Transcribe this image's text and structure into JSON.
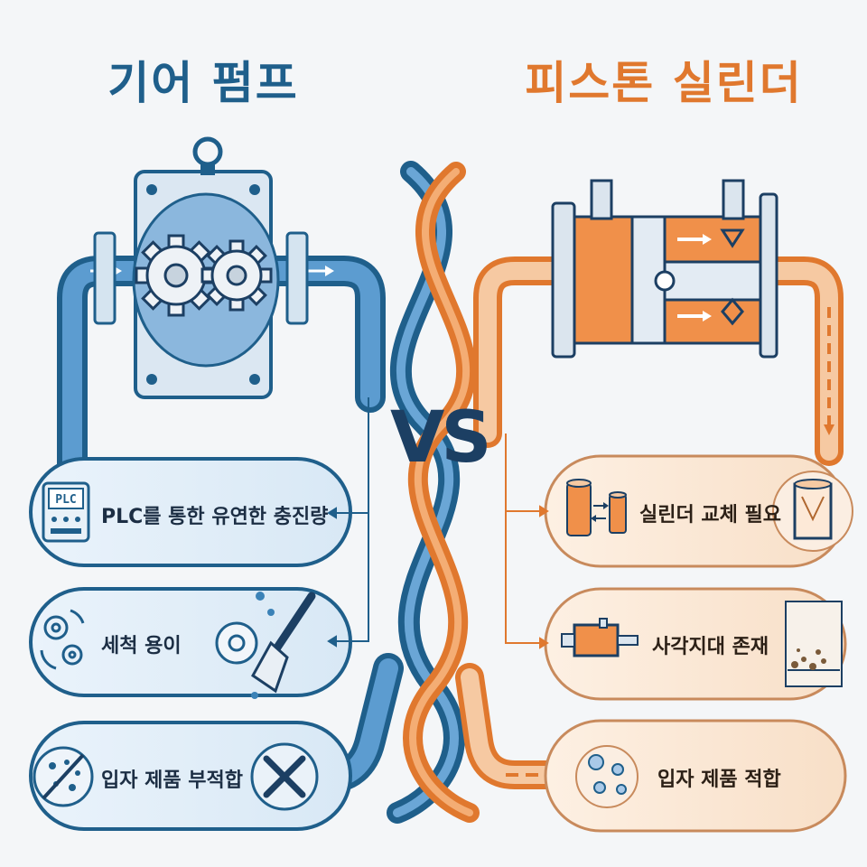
{
  "left": {
    "title": "기어 펌프",
    "items": [
      {
        "label": "PLC를 통한 유연한 충진량",
        "icon": "plc-panel-icon",
        "screen_text": "PLC"
      },
      {
        "label": "세척 용이",
        "icon": "gears-cycle-icon",
        "right_icon": "gear-brush-icon"
      },
      {
        "label": "입자 제품 부적합",
        "icon": "particles-slash-icon",
        "right_icon": "x-mark-icon"
      }
    ]
  },
  "right": {
    "title": "피스톤 실린더",
    "items": [
      {
        "label": "실린더 교체 필요",
        "icon": "cylinder-swap-icon",
        "right_icon": "cylinder-funnel-icon"
      },
      {
        "label": "사각지대 존재",
        "icon": "piston-cylinder-icon",
        "right_icon": "dead-zone-residue-icon"
      },
      {
        "label": "입자 제품 적합",
        "icon": "particles-icon"
      }
    ]
  },
  "center": {
    "vs": "VS"
  },
  "colors": {
    "blue_dark": "#1f5f8b",
    "blue_mid": "#3b82b7",
    "blue_light": "#cfe3f3",
    "orange": "#e0782e",
    "orange_light": "#fbe3cf",
    "navy": "#1c3f63"
  }
}
